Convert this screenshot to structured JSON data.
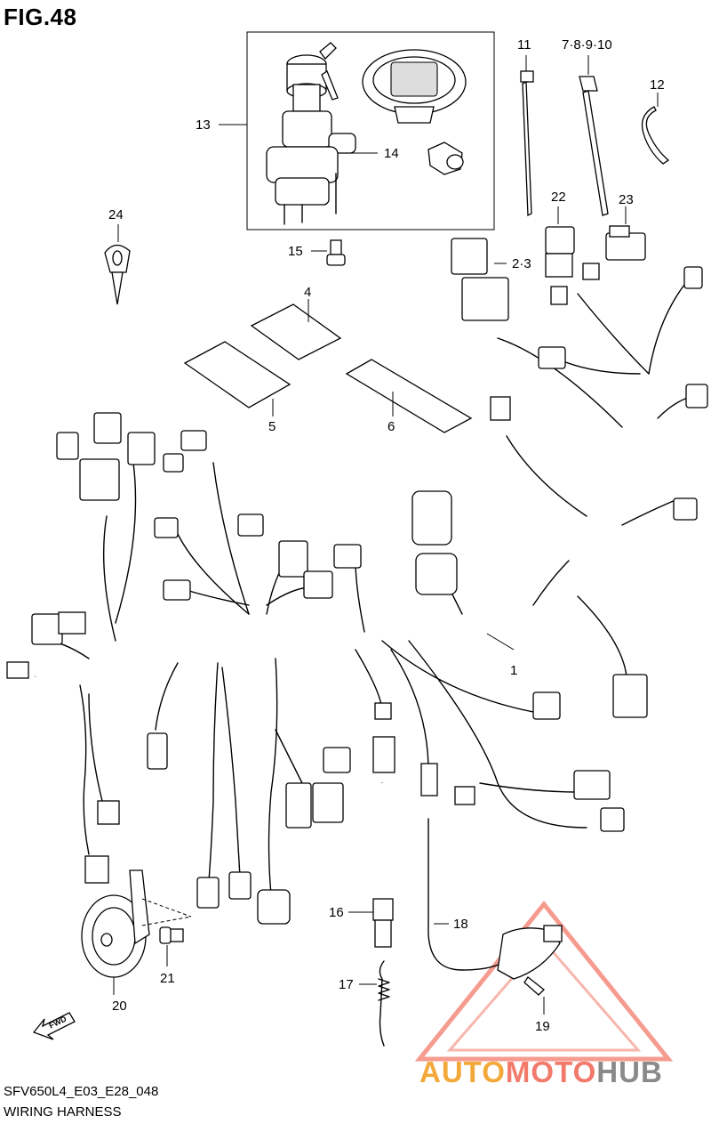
{
  "figure": {
    "title": "FIG.48",
    "code": "SFV650L4_E03_E28_048",
    "name": "WIRING HARNESS"
  },
  "callouts": [
    {
      "id": "1",
      "text": "1"
    },
    {
      "id": "2-3",
      "text": "2·3"
    },
    {
      "id": "4",
      "text": "4"
    },
    {
      "id": "5",
      "text": "5"
    },
    {
      "id": "6",
      "text": "6"
    },
    {
      "id": "7-10",
      "text": "7·8·9·10"
    },
    {
      "id": "11",
      "text": "11"
    },
    {
      "id": "12",
      "text": "12"
    },
    {
      "id": "13",
      "text": "13"
    },
    {
      "id": "14",
      "text": "14"
    },
    {
      "id": "15",
      "text": "15"
    },
    {
      "id": "16",
      "text": "16"
    },
    {
      "id": "17",
      "text": "17"
    },
    {
      "id": "18",
      "text": "18"
    },
    {
      "id": "19",
      "text": "19"
    },
    {
      "id": "20",
      "text": "20"
    },
    {
      "id": "21",
      "text": "21"
    },
    {
      "id": "22",
      "text": "22"
    },
    {
      "id": "23",
      "text": "23"
    },
    {
      "id": "24",
      "text": "24"
    }
  ],
  "fwd_arrow": "FWD",
  "watermark": {
    "part1": "AUTO",
    "part2": "MOTO",
    "part3": "HUB"
  },
  "colors": {
    "line": "#000000",
    "watermark_red": "#f27a6a",
    "watermark_orange": "#f3a93a",
    "watermark_gray": "#8a8a8a"
  }
}
